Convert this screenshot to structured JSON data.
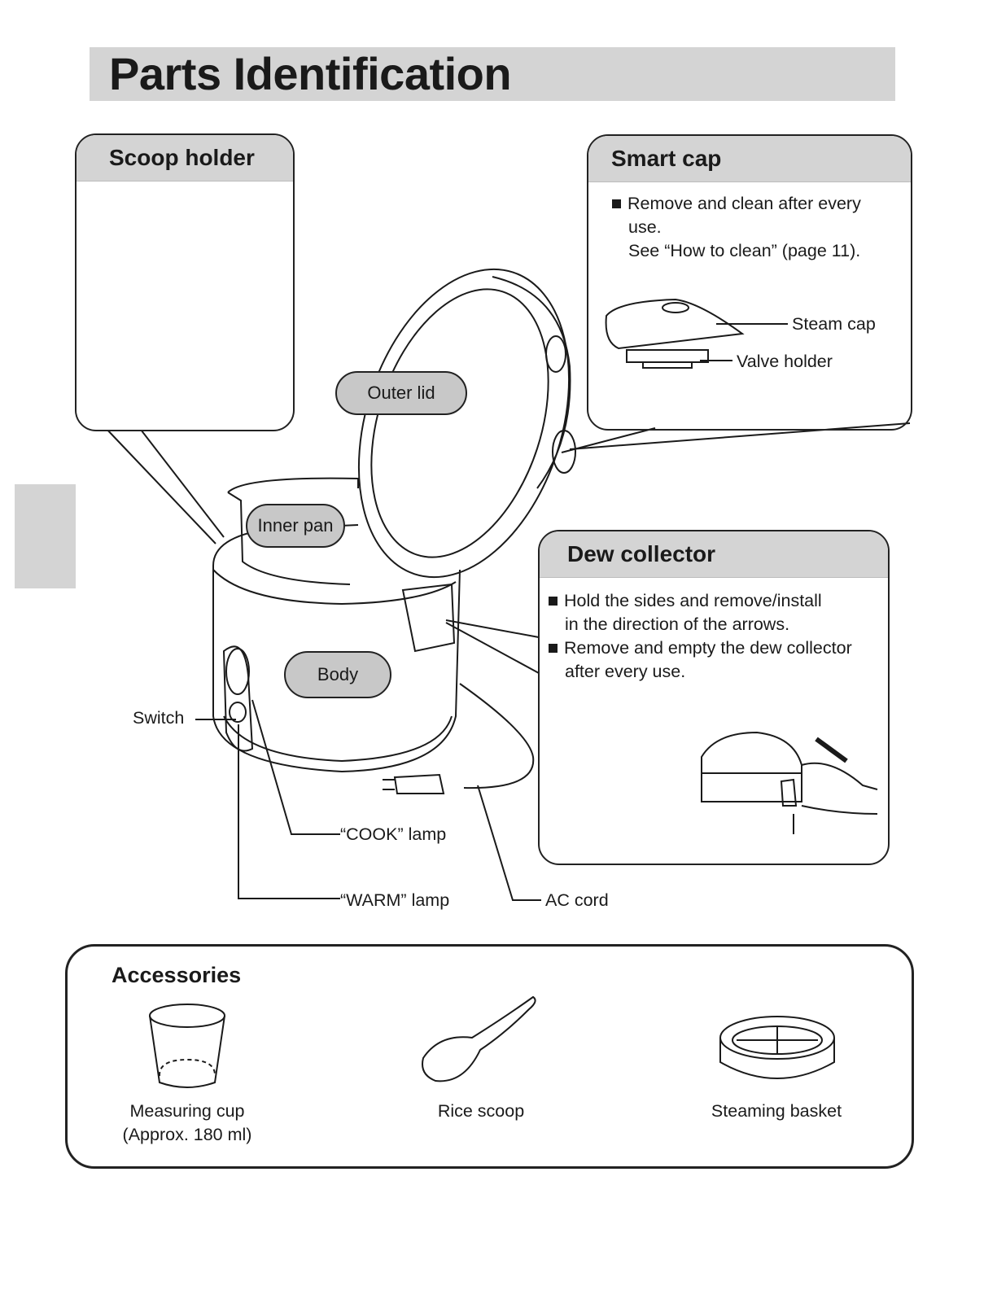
{
  "title": "Parts Identification",
  "scoop_holder": {
    "heading": "Scoop holder"
  },
  "smart_cap": {
    "heading": "Smart cap",
    "bullet_line1": "Remove and clean after every",
    "bullet_line2": "use.",
    "bullet_line3": "See “How to clean” (page 11).",
    "steam_cap": "Steam cap",
    "valve_holder": "Valve holder"
  },
  "dew_collector": {
    "heading": "Dew collector",
    "bullet1_line1": "Hold the sides and remove/install",
    "bullet1_line2": "in the direction of the arrows.",
    "bullet2_line1": "Remove and empty the dew collector",
    "bullet2_line2": "after every use."
  },
  "parts": {
    "outer_lid": "Outer lid",
    "inner_pan": "Inner pan",
    "body": "Body",
    "switch": "Switch",
    "cook_lamp": "“COOK” lamp",
    "warm_lamp": "“WARM” lamp",
    "ac_cord": "AC cord"
  },
  "accessories": {
    "heading": "Accessories",
    "measuring_cup_line1": "Measuring cup",
    "measuring_cup_line2": "(Approx. 180 ml)",
    "rice_scoop": "Rice scoop",
    "steaming_basket": "Steaming basket"
  }
}
